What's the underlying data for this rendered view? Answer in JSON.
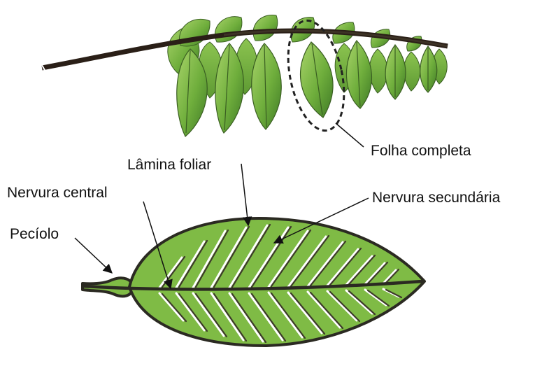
{
  "labels": {
    "complete_leaf": "Folha completa",
    "blade": "Lâmina foliar",
    "midrib": "Nervura central",
    "secondary_vein": "Nervura secundária",
    "petiole": "Pecíolo"
  },
  "colors": {
    "leaf_green": "#7fbb45",
    "leaf_dark": "#3f6d22",
    "outline": "#2b2a22",
    "stem": "#2a1f17"
  }
}
